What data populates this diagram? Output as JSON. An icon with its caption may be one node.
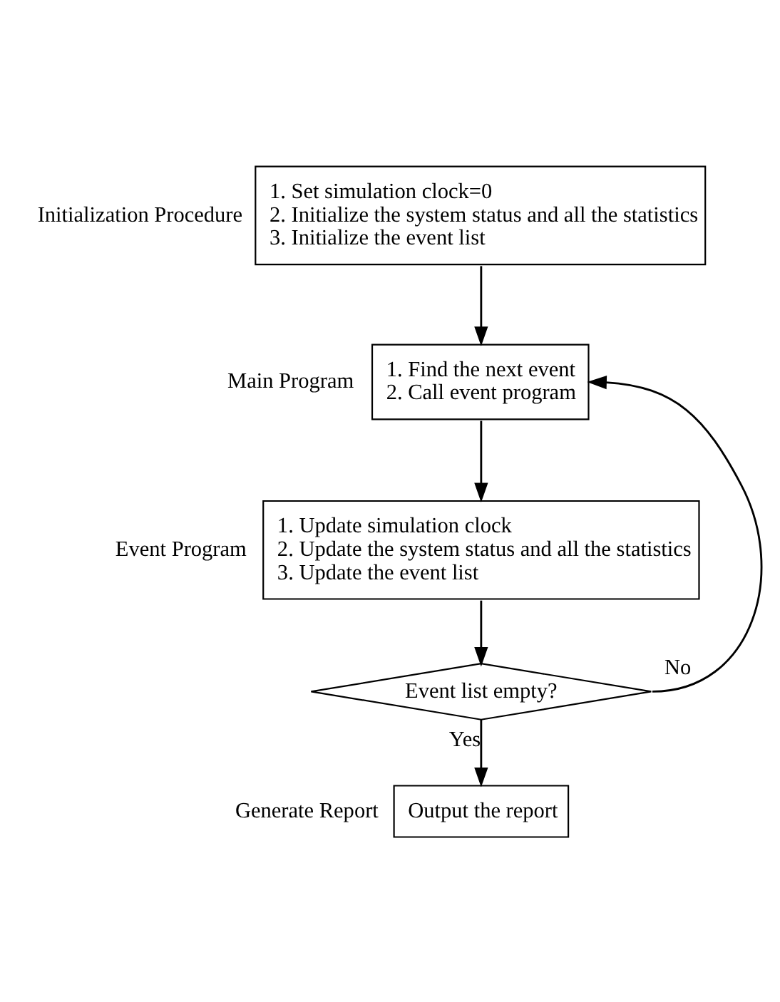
{
  "diagram": {
    "nodes": [
      {
        "text": [
          "1. Set simulation clock=0",
          "2. Initialize the system status and all the statistics",
          "3. Initialize the event list"
        ],
        "beside": [
          "Initialization Procedure"
        ]
      },
      {
        "text": [
          "1. Find the next event",
          "2. Call event program"
        ],
        "beside": [
          "Main Program"
        ]
      },
      {
        "text": [
          "1. Update simulation clock",
          "2. Update the system status and all the statistics",
          "3. Update the event list"
        ],
        "beside": [
          "Event Program"
        ]
      },
      {
        "text": [
          "Event list empty?"
        ]
      },
      {
        "text": [
          "Output the report"
        ],
        "beside": [
          "Generate Report"
        ]
      }
    ],
    "edges": [
      {
        "from": 0,
        "to": 1,
        "arrow": "to"
      },
      {
        "from": 1,
        "to": 2,
        "arrow": "to"
      },
      {
        "from": 2,
        "to": 3,
        "arrow": "to"
      },
      {
        "from": 3,
        "to": 4,
        "arrow": "to",
        "label": "Yes"
      },
      {
        "from": 3,
        "to": 1,
        "arrow": "to",
        "label": "No"
      }
    ]
  }
}
